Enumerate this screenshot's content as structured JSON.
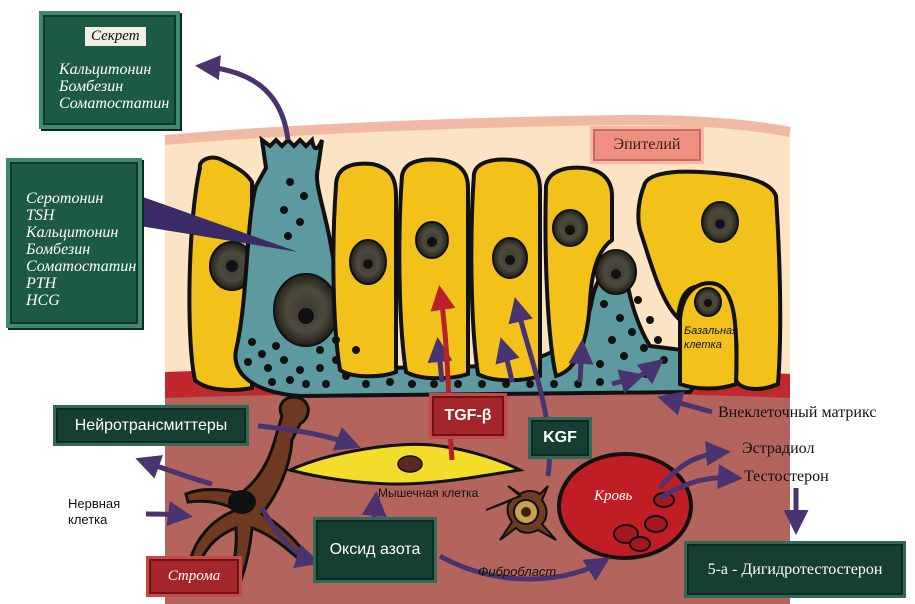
{
  "secret": {
    "title": "Секрет",
    "items": [
      "Кальцитонин",
      "Бомбезин",
      "Соматостатин"
    ]
  },
  "neuro_products": [
    "Серотонин",
    "TSH",
    "Кальцитонин",
    "Бомбезин",
    "Соматостатин",
    "PTH",
    "HCG"
  ],
  "labels": {
    "epithelium": "Эпителий",
    "basal_cell": [
      "Базальная",
      "клетка"
    ],
    "ecm": "Внеклеточный матрикс",
    "neurotransmitters": "Нейротрансмиттеры",
    "tgf": "TGF-β",
    "kgf": "KGF",
    "estradiol": "Эстрадиол",
    "testosterone": "Тестостерон",
    "nerve_cell": [
      "Нервная",
      "клетка"
    ],
    "muscle_cell": "Мышечная клетка",
    "blood": "Кровь",
    "stroma": "Строма",
    "nitric_oxide": "Оксид азота",
    "fibroblast": "Фибробласт",
    "dht": "5-а - Дигидротестостерон"
  },
  "colors": {
    "stroma": "#b3645c",
    "epithelium_band": "#fbe3c4",
    "basement": "#c0282e",
    "secretory_cell": "#f2c21a",
    "neuroendocrine_cell": "#5d9aa0",
    "arrow": "#4a3470",
    "box_green": "#1d5a45",
    "box_red": "#a4252a",
    "box_pink": "#ef8f7f"
  }
}
